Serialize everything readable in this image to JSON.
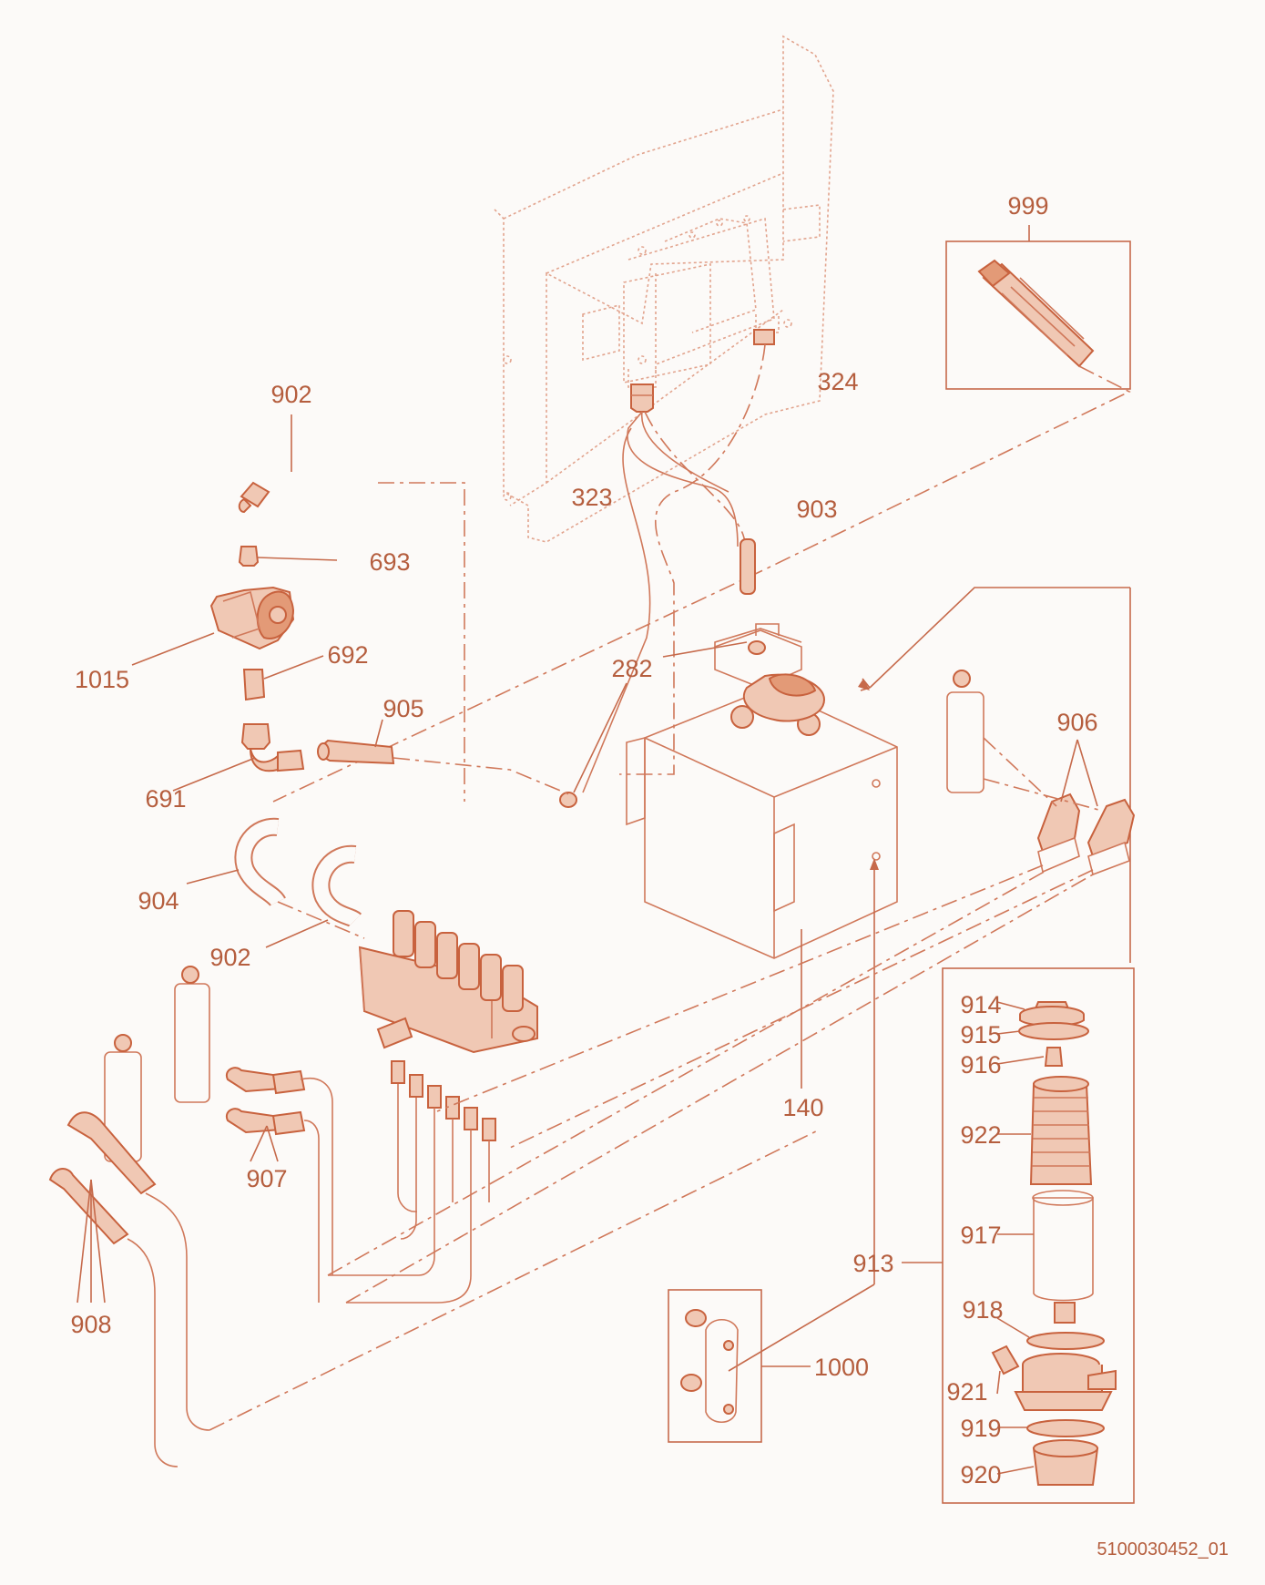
{
  "diagram": {
    "drawing_number": "5100030452_01",
    "labels": {
      "l999": "999",
      "l324": "324",
      "l323": "323",
      "l903": "903",
      "l902a": "902",
      "l693": "693",
      "l692": "692",
      "l1015": "1015",
      "l282": "282",
      "l905": "905",
      "l691": "691",
      "l906": "906",
      "l904": "904",
      "l902b": "902",
      "l140": "140",
      "l914": "914",
      "l915": "915",
      "l916": "916",
      "l922": "922",
      "l907": "907",
      "l917": "917",
      "l913": "913",
      "l908": "908",
      "l918": "918",
      "l1000": "1000",
      "l921": "921",
      "l919": "919",
      "l920": "920"
    }
  }
}
